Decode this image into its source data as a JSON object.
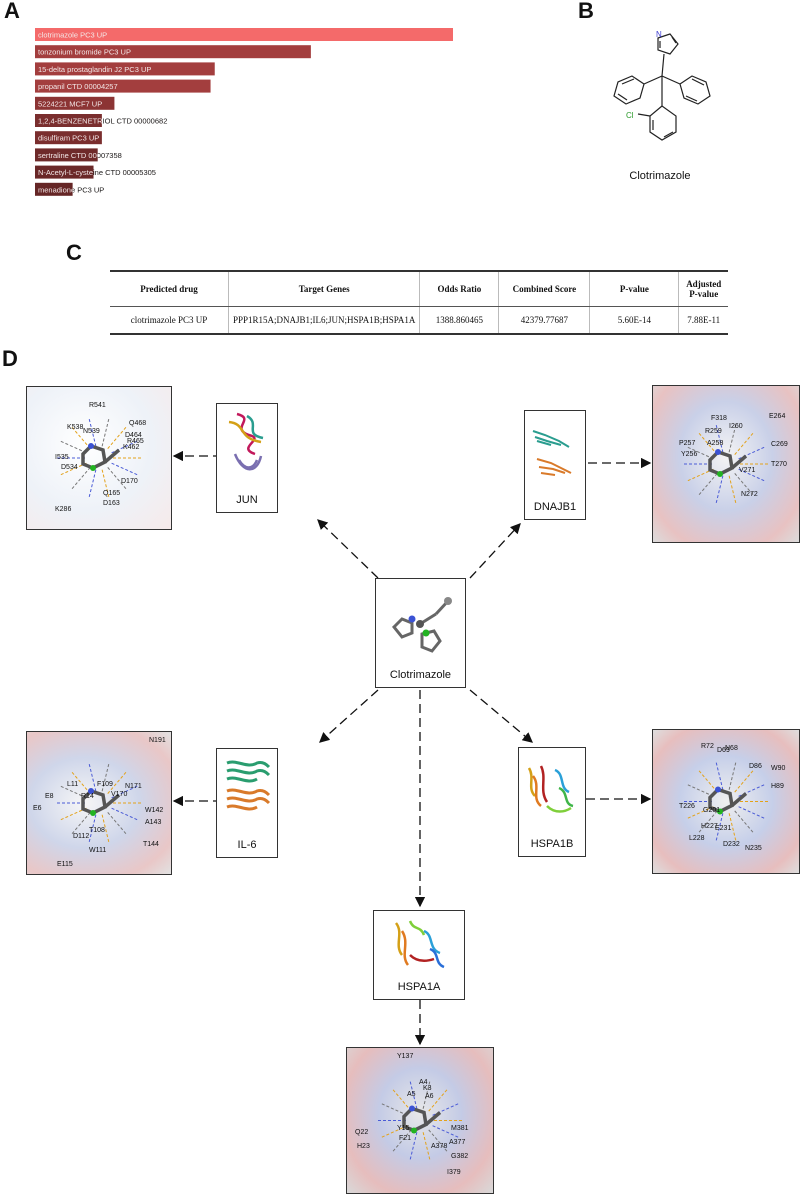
{
  "panels": {
    "a": "A",
    "b": "B",
    "c": "C",
    "d": "D"
  },
  "chart_data": {
    "type": "bar",
    "orientation": "horizontal",
    "categories": [
      "clotrimazole PC3 UP",
      "tonzonium bromide PC3 UP",
      "15-delta prostaglandin J2 PC3 UP",
      "propanil CTD 00004257",
      "5224221 MCF7 UP",
      "1,2,4-BENZENETRIOL CTD 00000682",
      "disulfiram PC3 UP",
      "sertraline CTD 00007358",
      "N-Acetyl-L-cysteine CTD 00005305",
      "menadione PC3 UP"
    ],
    "values": [
      100,
      66,
      43,
      42,
      19,
      16,
      16,
      15,
      14,
      9
    ],
    "colors": [
      "#f46a6a",
      "#a33e3e",
      "#a33e3e",
      "#a33e3e",
      "#8c3434",
      "#7a2e2e",
      "#7a2e2e",
      "#6e2a2a",
      "#6a2828",
      "#652626"
    ],
    "title": "",
    "xlabel": "",
    "ylabel": ""
  },
  "structure": {
    "caption": "Clotrimazole",
    "atom_n": "N",
    "atom_cl": "Cl"
  },
  "table": {
    "headers": [
      "Predicted drug",
      "Target Genes",
      "Odds Ratio",
      "Combined Score",
      "P-value",
      "Adjusted P-value"
    ],
    "row": [
      "clotrimazole PC3 UP",
      "PPP1R15A;DNAJB1;IL6;JUN;HSPA1B;HSPA1A",
      "1388.860465",
      "42379.77687",
      "5.60E-14",
      "7.88E-11"
    ]
  },
  "network": {
    "center": "Clotrimazole",
    "targets": {
      "jun": "JUN",
      "dnajb1": "DNAJB1",
      "il6": "IL-6",
      "hspa1b": "HSPA1B",
      "hspa1a": "HSPA1A"
    }
  },
  "docking": {
    "jun": [
      "R541",
      "K538",
      "N539",
      "Q468",
      "D464",
      "R465",
      "K462",
      "I535",
      "D534",
      "D170",
      "Q165",
      "D163",
      "K286"
    ],
    "dnajb1": [
      "F318",
      "R259",
      "I260",
      "E264",
      "P257",
      "A258",
      "C269",
      "Y256",
      "V271",
      "T270",
      "N272"
    ],
    "il6": [
      "N191",
      "E8",
      "E6",
      "L11",
      "R14",
      "F109",
      "N171",
      "V170",
      "W142",
      "A143",
      "D112",
      "T108",
      "T144",
      "W111",
      "E115"
    ],
    "hspa1b": [
      "R72",
      "D69",
      "N68",
      "D86",
      "W90",
      "H89",
      "T226",
      "G201",
      "H227",
      "E231",
      "L228",
      "D232",
      "N235"
    ],
    "hspa1a": [
      "Y137",
      "A4",
      "K3",
      "A5",
      "A6",
      "Q22",
      "Y15",
      "F21",
      "M381",
      "A377",
      "A378",
      "G382",
      "H23",
      "I379"
    ]
  }
}
